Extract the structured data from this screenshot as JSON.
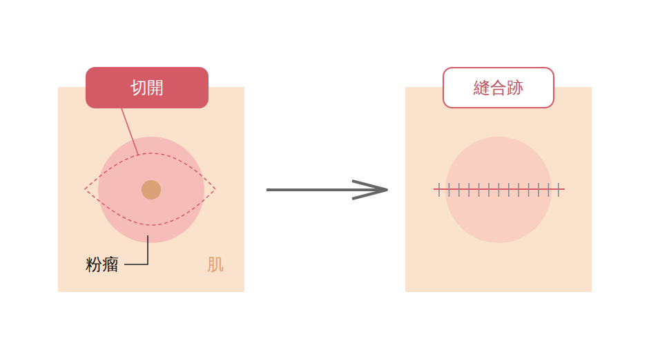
{
  "diagram": {
    "nodes": [
      {
        "text": [
          "切開"
        ]
      },
      {
        "text": [
          "縫合跡"
        ]
      }
    ],
    "labels": [
      "粉瘤",
      "肌"
    ]
  }
}
